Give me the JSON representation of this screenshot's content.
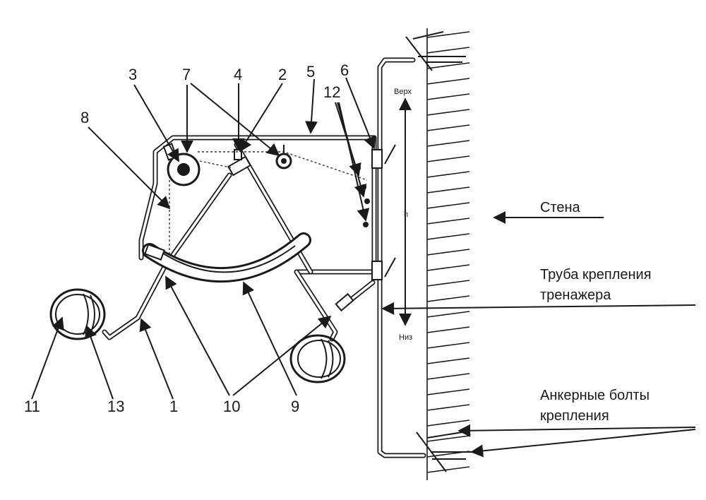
{
  "callouts": {
    "n1": "1",
    "n2": "2",
    "n3": "3",
    "n4": "4",
    "n5": "5",
    "n6": "6",
    "n7": "7",
    "n8": "8",
    "n9": "9",
    "n10": "10",
    "n11": "11",
    "n12": "12",
    "n13": "13"
  },
  "labels": {
    "wall": "Стена",
    "mount_tube_1": "Труба крепления",
    "mount_tube_2": "тренажера",
    "anchor_1": "Анкерные болты",
    "anchor_2": "крепления",
    "top": "Верх",
    "bottom": "Низ",
    "h": "h"
  }
}
